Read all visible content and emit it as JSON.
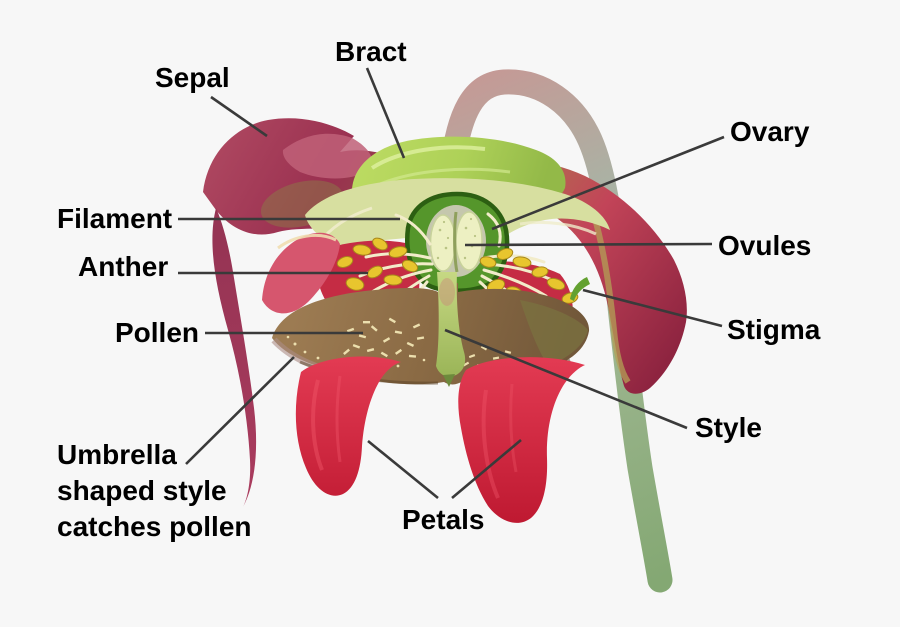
{
  "diagram_title": "Flower anatomy diagram (pitcher plant flower, labeled parts)",
  "labels": {
    "sepal": "Sepal",
    "bract": "Bract",
    "ovary": "Ovary",
    "filament": "Filament",
    "ovules": "Ovules",
    "anther": "Anther",
    "stigma": "Stigma",
    "pollen": "Pollen",
    "style": "Style",
    "umbrella": "Umbrella shaped style catches pollen",
    "petals": "Petals"
  },
  "colors": {
    "background": "#f7f7f7",
    "label_text": "#000000",
    "leader_line": "#3a3a3a",
    "petal_red": "#e23a52",
    "sepal_maroon": "#b04a62",
    "bract_green": "#bcdb62",
    "collar_green": "#d7dfa0",
    "ovary_green": "#55962b",
    "ovule_cream": "#edf0c2",
    "anther_yellow": "#e8c52e",
    "filament_cream": "#f2ecca",
    "umbrella_brown": "#9c7b52",
    "style_green": "#c6d883",
    "stem_green": "#9ab48c",
    "stigma_green": "#63a130",
    "pollen_speck": "#ecdfae",
    "inner_petal_red": "#c52c44"
  }
}
